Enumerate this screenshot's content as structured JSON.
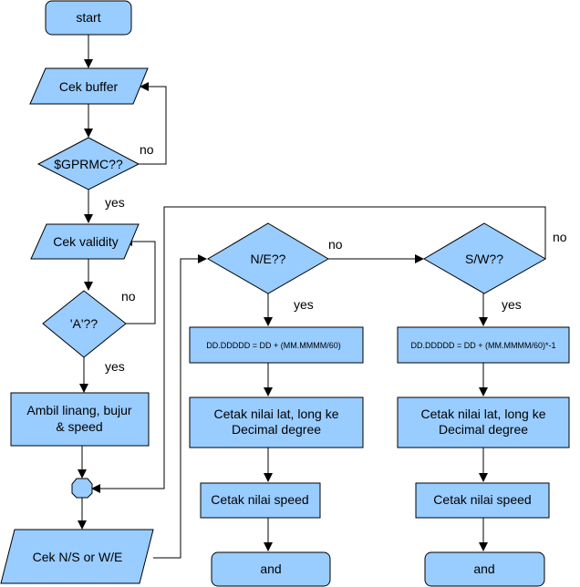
{
  "colors": {
    "node_fill": "#99ccff",
    "stroke": "#000000",
    "background": "#ffffff"
  },
  "nodes": {
    "start": "start",
    "cek_buffer": "Cek buffer",
    "gprmc": "$GPRMC??",
    "cek_validity": "Cek validity",
    "a_check": "'A'??",
    "ambil_line1": "Ambil linang, bujur",
    "ambil_line2": "& speed",
    "cek_ns": "Cek N/S or W/E",
    "ne": "N/E??",
    "sw": "S/W??",
    "formula_ne": "DD.DDDDD = DD + (MM.MMMM/60)",
    "formula_sw": "DD.DDDDD = DD + (MM.MMMM/60)*-1",
    "cetak_lat_line1": "Cetak nilai lat, long ke",
    "cetak_lat_line2": "Decimal degree",
    "cetak_speed": "Cetak nilai speed",
    "end": "and"
  },
  "edge_labels": {
    "no": "no",
    "yes": "yes"
  }
}
